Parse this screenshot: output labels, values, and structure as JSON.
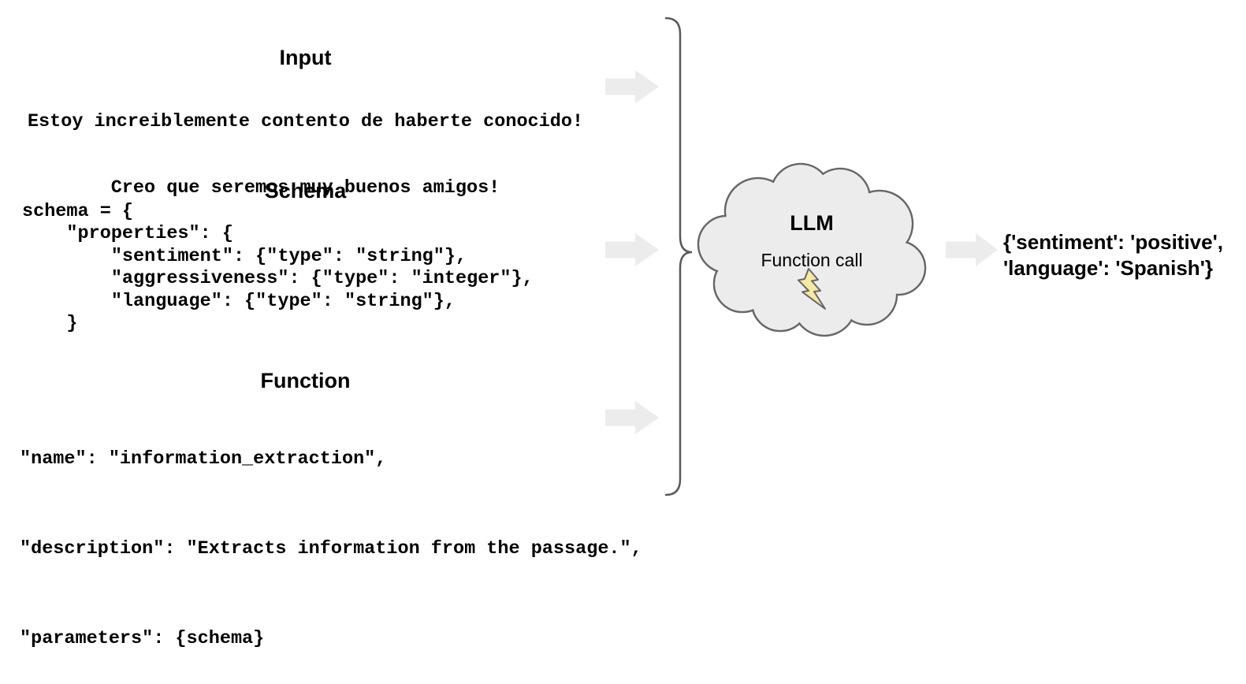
{
  "sections": {
    "input": {
      "title": "Input",
      "lines": [
        "Estoy increiblemente contento de haberte conocido!",
        "Creo que seremos muy buenos amigos!"
      ]
    },
    "schema": {
      "title": "Schema",
      "code": "schema = {\n    \"properties\": {\n        \"sentiment\": {\"type\": \"string\"},\n        \"aggressiveness\": {\"type\": \"integer\"},\n        \"language\": {\"type\": \"string\"},\n    }"
    },
    "function": {
      "title": "Function",
      "lines": [
        "\"name\": \"information_extraction\",",
        "\"description\": \"Extracts information from the passage.\",",
        "\"parameters\": {schema}"
      ]
    }
  },
  "llm": {
    "title": "LLM",
    "subtitle": "Function call",
    "icon": "lightning-bolt-icon"
  },
  "output": {
    "lines": [
      "{'sentiment': 'positive',",
      "'language': 'Spanish'}"
    ]
  },
  "colors": {
    "arrow_fill": "#ececec",
    "cloud_fill": "#ececec",
    "cloud_stroke": "#666666",
    "brace_stroke": "#595959",
    "bolt_fill": "#f7e8a2",
    "bolt_stroke": "#666666",
    "text": "#000000"
  }
}
